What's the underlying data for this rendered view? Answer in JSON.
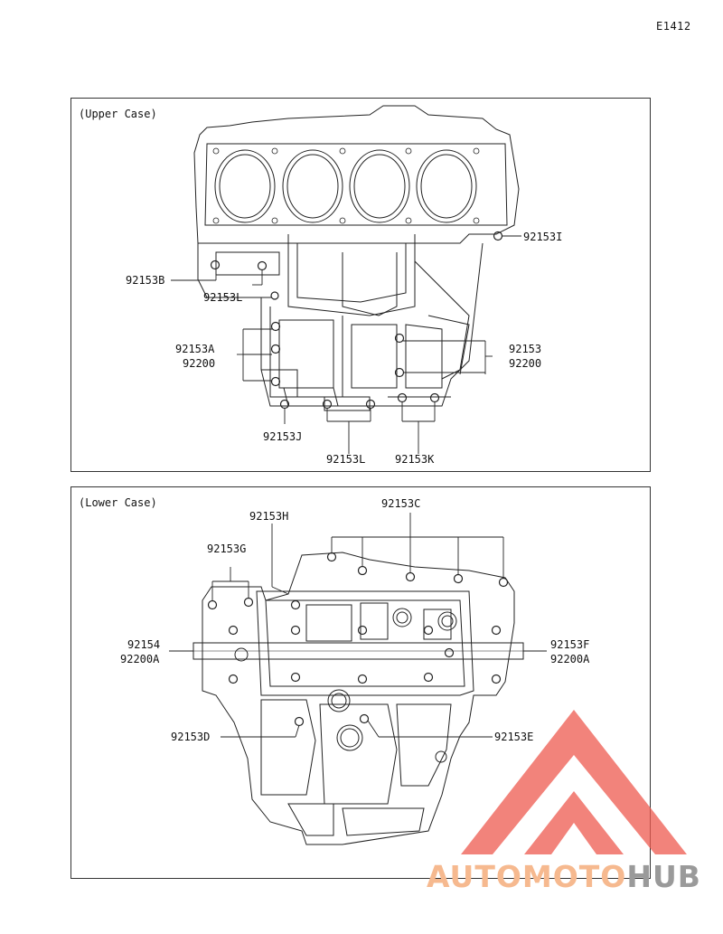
{
  "figure_code": "E1412",
  "upper_case": {
    "title": "(Upper Case)",
    "labels": {
      "p92153I": "92153I",
      "p92153B": "92153B",
      "p92153L_a": "92153L",
      "p92153A": "92153A",
      "p92200_a": "92200",
      "p92153": "92153",
      "p92200_b": "92200",
      "p92153J": "92153J",
      "p92153L_b": "92153L",
      "p92153K": "92153K"
    }
  },
  "lower_case": {
    "title": "(Lower Case)",
    "labels": {
      "p92153C": "92153C",
      "p92153H": "92153H",
      "p92153G": "92153G",
      "p92154": "92154",
      "p92200A_a": "92200A",
      "p92153F": "92153F",
      "p92200A_b": "92200A",
      "p92153D": "92153D",
      "p92153E": "92153E"
    }
  },
  "watermark": {
    "part1": "AUTOMOTO",
    "part2": "HUB",
    "colors": {
      "triangle": "#ee5a4f",
      "text": "#f6b98f",
      "hub": "#9a9a9a"
    }
  }
}
